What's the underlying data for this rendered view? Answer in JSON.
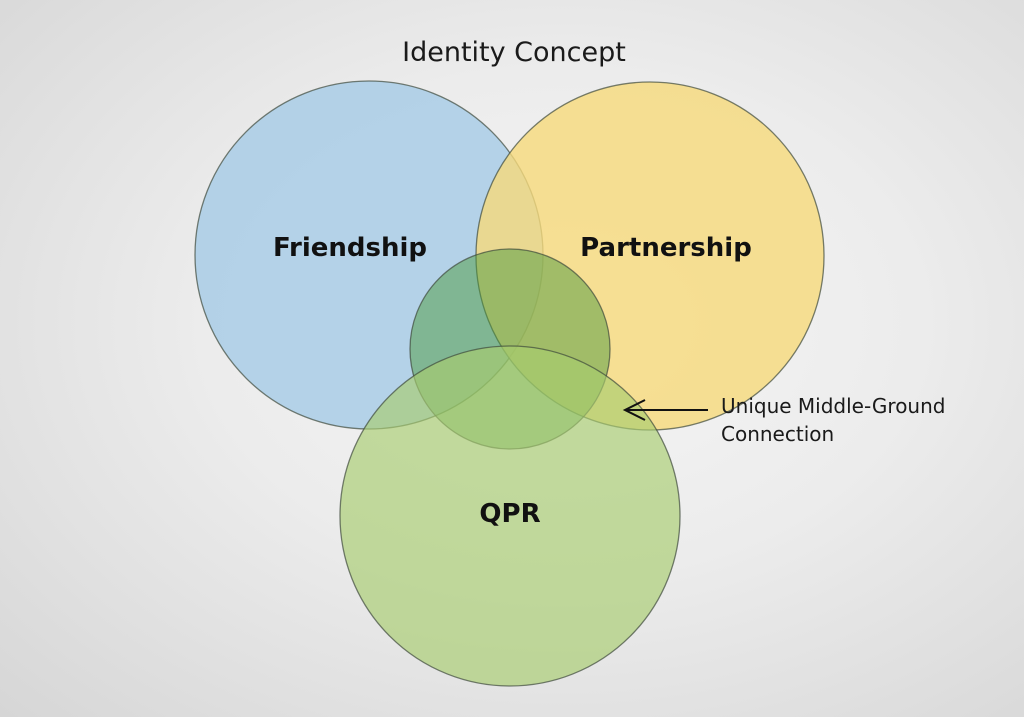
{
  "title": "Identity Concept",
  "sets": [
    {
      "id": "friendship",
      "label": "Friendship",
      "color": "#a9cce6",
      "opacity": 0.85
    },
    {
      "id": "partnership",
      "label": "Partnership",
      "color": "#f6d97a",
      "opacity": 0.8
    },
    {
      "id": "center",
      "label": "",
      "color": "#4c9a3e",
      "opacity": 0.5
    },
    {
      "id": "qpr",
      "label": "QPR",
      "color": "#a7cc6e",
      "opacity": 0.65
    }
  ],
  "annotation": {
    "lines": [
      "Unique Middle-Ground",
      "Connection"
    ],
    "arrow": "left-arrow"
  }
}
